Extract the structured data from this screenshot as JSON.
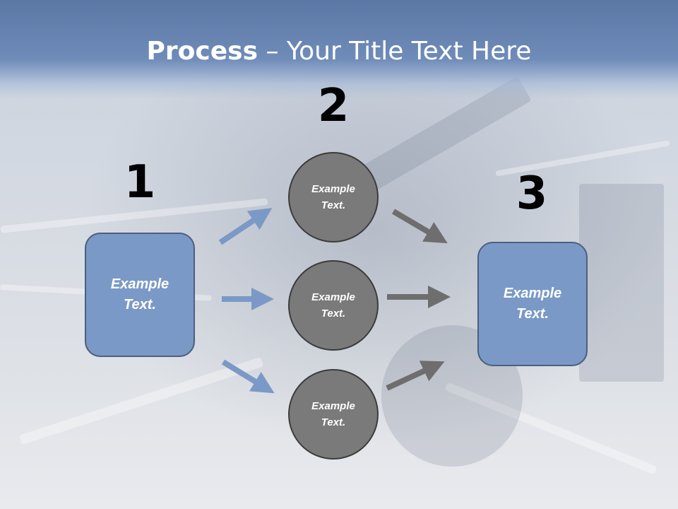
{
  "slide": {
    "title_bold": "Process",
    "title_rest": " – Your Title Text Here"
  },
  "steps": {
    "one": "1",
    "two": "2",
    "three": "3"
  },
  "nodes": {
    "left_box": "Example Text.",
    "circle_top": "Example Text.",
    "circle_middle": "Example Text.",
    "circle_bottom": "Example Text.",
    "right_box": "Example Text."
  },
  "colors": {
    "box_fill": "#7b99c6",
    "circle_fill": "#7a7a7a",
    "blue_arrow": "#7b99c6",
    "gray_arrow": "#6e6e6e",
    "title_band": "#5b77a4"
  }
}
